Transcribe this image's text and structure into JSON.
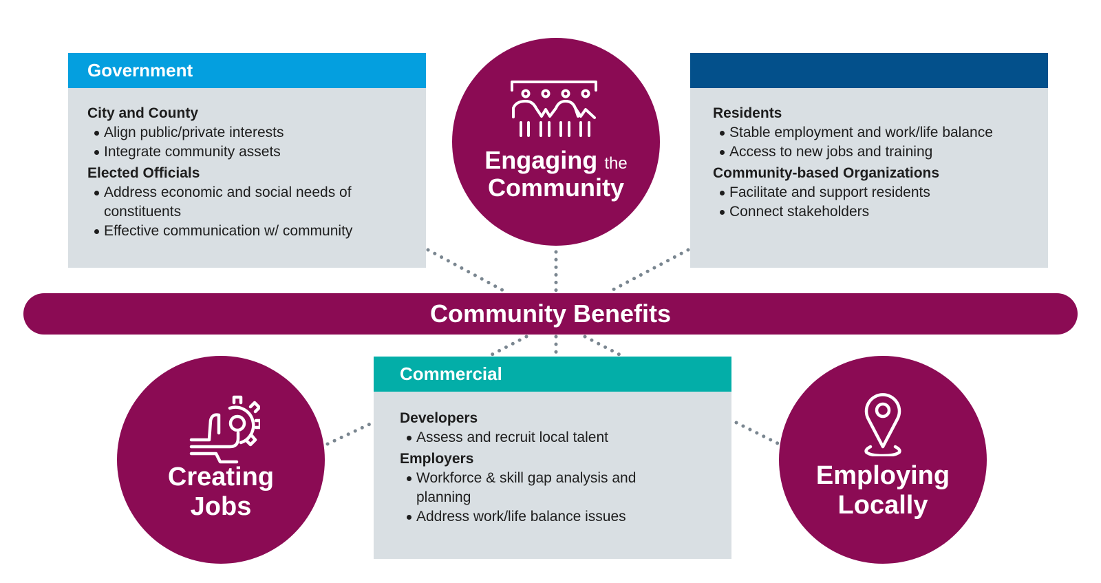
{
  "colors": {
    "maroon": "#8b0b54",
    "panel_bg": "#d9dfe3",
    "government_header": "#049fdf",
    "community_header": "#03508b",
    "commercial_header": "#03aea8",
    "connector": "#7a8690"
  },
  "band": {
    "label": "Community Benefits"
  },
  "circles": {
    "engaging": {
      "line1_main": "Engaging",
      "line1_small": "the",
      "line2": "Community",
      "icon": "group-of-people-icon"
    },
    "creating": {
      "line1": "Creating",
      "line2": "Jobs",
      "icon": "hand-gear-icon"
    },
    "employing": {
      "line1": "Employing",
      "line2": "Locally",
      "icon": "location-pin-icon"
    }
  },
  "panels": {
    "government": {
      "header": "Government",
      "groups": [
        {
          "title": "City and County",
          "items": [
            "Align public/private interests",
            "Integrate community assets"
          ]
        },
        {
          "title": "Elected Officials",
          "items": [
            "Address economic and social needs of constituents",
            "Effective communication w/ community"
          ]
        }
      ]
    },
    "community": {
      "header": "",
      "groups": [
        {
          "title": "Residents",
          "items": [
            "Stable employment and work/life balance",
            "Access to new jobs and training"
          ]
        },
        {
          "title": "Community-based Organizations",
          "items": [
            "Facilitate and support residents",
            "Connect stakeholders"
          ]
        }
      ]
    },
    "commercial": {
      "header": "Commercial",
      "groups": [
        {
          "title": "Developers",
          "items": [
            "Assess and recruit local talent"
          ]
        },
        {
          "title": "Employers",
          "items": [
            "Workforce & skill gap analysis and planning",
            "Address work/life balance issues"
          ]
        }
      ]
    }
  }
}
